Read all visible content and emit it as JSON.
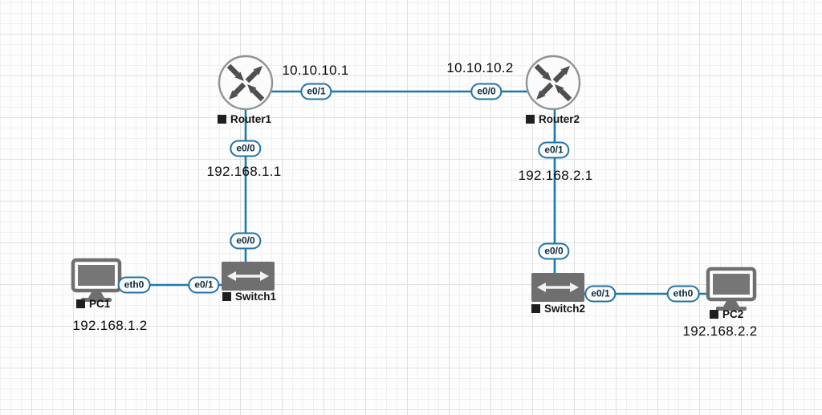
{
  "canvas": {
    "description": "network topology canvas with grid background"
  },
  "colors": {
    "link": "#1a7aad",
    "interface_pill_border": "#2272a4",
    "interface_pill_fill": "#fcfeff",
    "node_gray": "#6f6f6f",
    "router_arrow": "#4f4f4f",
    "status_square": "#1f1f1f"
  },
  "nodes": {
    "router1": {
      "label": "Router1",
      "type": "router"
    },
    "router2": {
      "label": "Router2",
      "type": "router"
    },
    "switch1": {
      "label": "Switch1",
      "type": "ethernet-switch"
    },
    "switch2": {
      "label": "Switch2",
      "type": "ethernet-switch"
    },
    "pc1": {
      "label": "PC1",
      "type": "pc"
    },
    "pc2": {
      "label": "PC2",
      "type": "pc"
    }
  },
  "interface_labels": {
    "router1_wan": "e0/1",
    "router2_wan": "e0/0",
    "router1_lan": "e0/0",
    "switch1_uplink": "e0/0",
    "pc1_nic": "eth0",
    "switch1_access": "e0/1",
    "router2_lan": "e0/1",
    "switch2_uplink": "e0/0",
    "switch2_access": "e0/1",
    "pc2_nic": "eth0"
  },
  "ip_labels": {
    "router1_wan_ip": "10.10.10.1",
    "router2_wan_ip": "10.10.10.2",
    "router1_lan_ip": "192.168.1.1",
    "router2_lan_ip": "192.168.2.1",
    "pc1_ip": "192.168.1.2",
    "pc2_ip": "192.168.2.2"
  },
  "links": [
    {
      "from": "Router1 e0/1",
      "to": "Router2 e0/0"
    },
    {
      "from": "Router1 e0/0",
      "to": "Switch1 e0/0"
    },
    {
      "from": "PC1 eth0",
      "to": "Switch1 e0/1"
    },
    {
      "from": "Router2 e0/1",
      "to": "Switch2 e0/0"
    },
    {
      "from": "Switch2 e0/1",
      "to": "PC2 eth0"
    }
  ]
}
